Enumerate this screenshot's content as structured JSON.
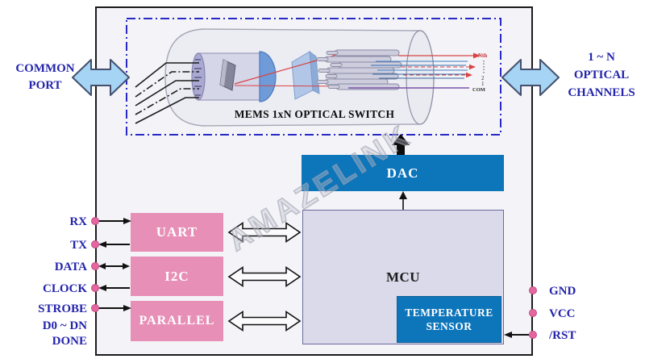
{
  "watermark": "AMAZELINK",
  "ports": {
    "common": {
      "line1": "COMMON",
      "line2": "PORT"
    },
    "channels": {
      "line1": "1 ~ N",
      "line2": "OPTICAL",
      "line3": "CHANNELS"
    }
  },
  "optical_switch": {
    "title": "MEMS 1xN OPTICAL SWITCH",
    "channel_scale": {
      "top": "Nth",
      "mid1": "2",
      "mid2": "1",
      "bottom": "COM"
    }
  },
  "blocks": {
    "dac": "DAC",
    "mcu": "MCU",
    "temp_sensor": {
      "line1": "TEMPERATURE",
      "line2": "SENSOR"
    },
    "uart": "UART",
    "i2c": "I2C",
    "parallel": "PARALLEL"
  },
  "left_pins": [
    {
      "label": "RX"
    },
    {
      "label": "TX"
    },
    {
      "label": "DATA"
    },
    {
      "label": "CLOCK"
    },
    {
      "label": "STROBE"
    },
    {
      "label": "D0 ~ DN"
    },
    {
      "label": "DONE"
    }
  ],
  "right_pins": [
    {
      "label": "GND"
    },
    {
      "label": "VCC"
    },
    {
      "label": "/RST"
    }
  ],
  "colors": {
    "accent_blue": "#0d75ba",
    "pink_block": "#e78fb7",
    "pin_dot_pink": "#e6679f",
    "label_navy": "#2424ac",
    "port_arrow_blue": "#a5d4f4",
    "dashed_border_blue": "#2828c4",
    "beam_red": "#d84444",
    "mcu_fill": "#dadaeb"
  }
}
